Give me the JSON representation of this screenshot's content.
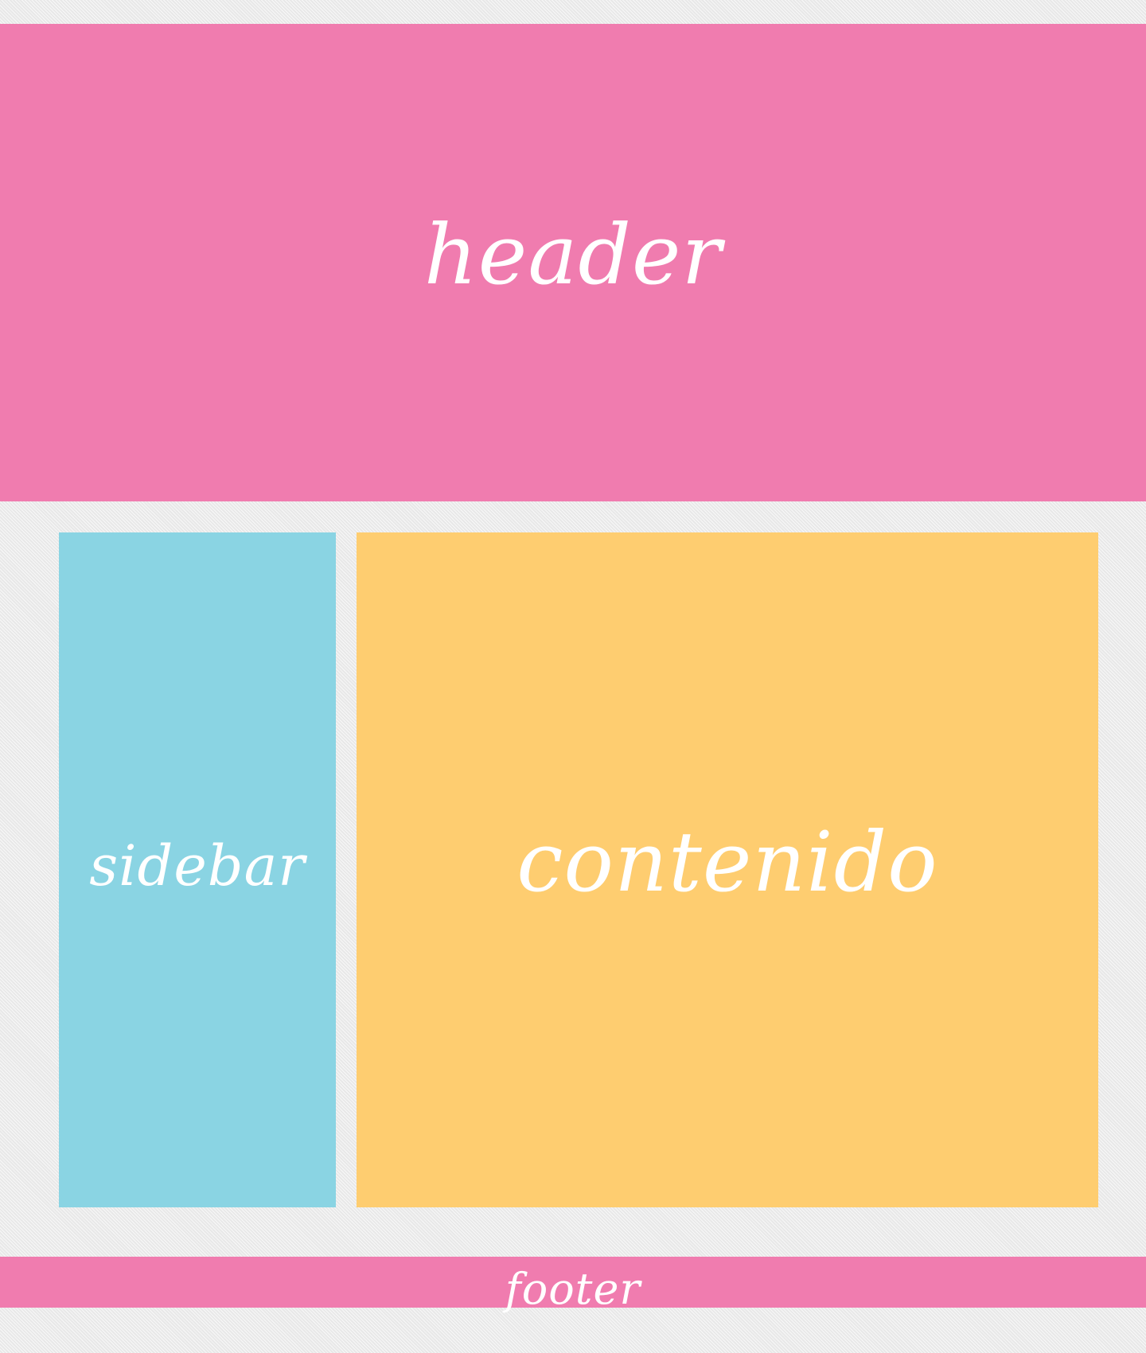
{
  "header": {
    "label": "header",
    "color": "#f07caf"
  },
  "sidebar": {
    "label": "sidebar",
    "color": "#8ad4e3"
  },
  "content": {
    "label": "contenido",
    "color": "#fecd70"
  },
  "footer": {
    "label": "footer",
    "color": "#f07caf"
  },
  "background": {
    "color": "#eeeeee"
  }
}
